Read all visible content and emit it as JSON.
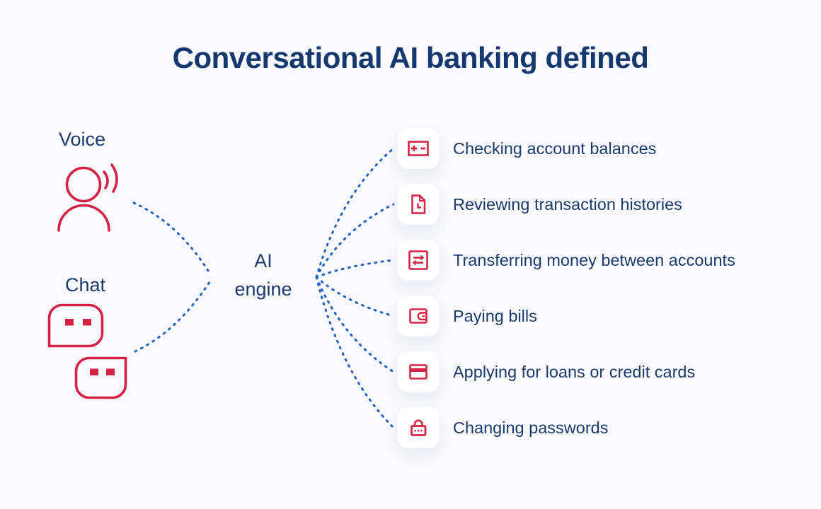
{
  "title": "Conversational AI banking defined",
  "colors": {
    "background": "#fafaff",
    "heading_navy": "#14386f",
    "text_navy": "#1b3a6d",
    "accent_red": "#d62343",
    "connector_blue": "#2262c4",
    "card_white": "#ffffff"
  },
  "inputs": {
    "voice": {
      "label": "Voice",
      "icon": "voice-person-icon"
    },
    "chat": {
      "label": "Chat",
      "icon": "chat-bubbles-icon"
    }
  },
  "engine": {
    "lines": [
      "AI",
      "engine"
    ]
  },
  "capabilities": [
    {
      "icon": "balance-plus-minus-icon",
      "label": "Checking account balances"
    },
    {
      "icon": "transaction-history-document-icon",
      "label": "Reviewing transaction histories"
    },
    {
      "icon": "transfer-arrows-icon",
      "label": "Transferring money between accounts"
    },
    {
      "icon": "wallet-icon",
      "label": "Paying bills"
    },
    {
      "icon": "credit-card-icon",
      "label": "Applying for loans or credit cards"
    },
    {
      "icon": "padlock-icon",
      "label": "Changing passwords"
    }
  ]
}
